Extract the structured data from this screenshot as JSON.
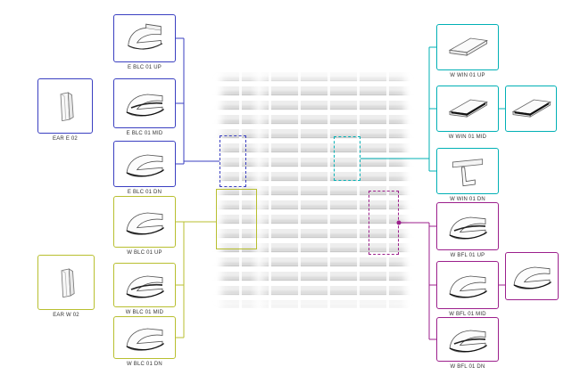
{
  "diagram": {
    "left": {
      "ear_east_label": "EAR E 02",
      "east_blc": {
        "up": "E BLC 01 UP",
        "mid": "E BLC 01 MID",
        "dn": "E BLC 01 DN"
      },
      "ear_west_label": "EAR W 02",
      "west_blc": {
        "up": "W BLC 01 UP",
        "mid": "W BLC 01 MID",
        "dn": "W BLC 01 DN"
      }
    },
    "right": {
      "west_win": {
        "up": "W WIN 01 UP",
        "mid": "W WIN 01 MID",
        "dn": "W WIN 01 DN"
      },
      "west_bfl": {
        "up": "W BFL 01 UP",
        "mid": "W BFL 01 MID",
        "dn": "W BFL 01 DN"
      }
    },
    "colors": {
      "east_blue": "#3a3fc1",
      "west_olive": "#b8bf2f",
      "win_teal": "#00b0b5",
      "bfl_purple": "#9c1f8c"
    },
    "sketches": {
      "scoop": "curved-blade-panel-sketch",
      "prism": "ear-prism-sketch",
      "panel": "window-panel-sketch",
      "hull": "curved-hull-panel-sketch",
      "bracket": "panel-with-bracket-sketch"
    }
  }
}
